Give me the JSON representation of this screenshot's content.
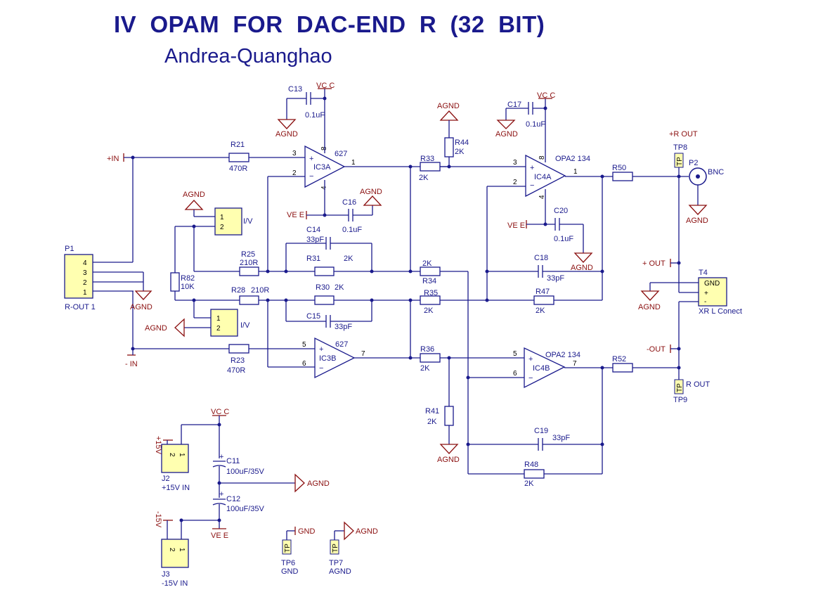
{
  "title": "IV  OPAM  FOR  DAC-END  R  (32  BIT)",
  "subtitle": "Andrea-Quanghao",
  "colors": {
    "title": "#1a1a8c",
    "wire": "#1a1a8c",
    "power_net": "#8b1010",
    "connector_fill": "#ffffb0"
  },
  "ports": {
    "plus_in": "+IN",
    "minus_in": "- IN",
    "plus_out": "+ OUT",
    "minus_out": "-OUT"
  },
  "nets": {
    "vcc": "VC C",
    "vee": "VE E",
    "agnd": "AGND",
    "gnd": "GND"
  },
  "opamps": {
    "ic3a": {
      "ref": "IC3A",
      "part": "627",
      "pins": [
        "3",
        "2",
        "1",
        "8",
        "4"
      ]
    },
    "ic3b": {
      "ref": "IC3B",
      "part": "627",
      "pins": [
        "5",
        "6",
        "7"
      ]
    },
    "ic4a": {
      "ref": "IC4A",
      "part": "OPA2 134",
      "pins": [
        "3",
        "2",
        "1",
        "8",
        "4"
      ]
    },
    "ic4b": {
      "ref": "IC4B",
      "part": "OPA2 134",
      "pins": [
        "5",
        "6",
        "7"
      ]
    }
  },
  "resistors": {
    "r21": {
      "ref": "R21",
      "value": "470R"
    },
    "r23": {
      "ref": "R23",
      "value": "470R"
    },
    "r25": {
      "ref": "R25",
      "value": "210R"
    },
    "r28": {
      "ref": "R28",
      "value": "210R"
    },
    "r31": {
      "ref": "R31",
      "value": "2K"
    },
    "r30": {
      "ref": "R30",
      "value": "2K"
    },
    "r33": {
      "ref": "R33",
      "value": "2K"
    },
    "r34": {
      "ref": "R34",
      "value": "2K"
    },
    "r35": {
      "ref": "R35",
      "value": "2K"
    },
    "r36": {
      "ref": "R36",
      "value": "2K"
    },
    "r41": {
      "ref": "R41",
      "value": "2K"
    },
    "r44": {
      "ref": "R44",
      "value": "2K"
    },
    "r47": {
      "ref": "R47",
      "value": "2K"
    },
    "r48": {
      "ref": "R48",
      "value": "2K"
    },
    "r50": {
      "ref": "R50"
    },
    "r52": {
      "ref": "R52"
    },
    "r82": {
      "ref": "R82",
      "value": "10K"
    }
  },
  "capacitors": {
    "c13": {
      "ref": "C13",
      "value": "0.1uF"
    },
    "c16": {
      "ref": "C16",
      "value": "0.1uF"
    },
    "c17": {
      "ref": "C17",
      "value": "0.1uF"
    },
    "c20": {
      "ref": "C20",
      "value": "0.1uF"
    },
    "c14": {
      "ref": "C14",
      "value": "33pF"
    },
    "c15": {
      "ref": "C15",
      "value": "33pF"
    },
    "c18": {
      "ref": "C18",
      "value": "33pF"
    },
    "c19": {
      "ref": "C19",
      "value": "33pF"
    },
    "c11": {
      "ref": "C11",
      "value": "100uF/35V"
    },
    "c12": {
      "ref": "C12",
      "value": "100uF/35V"
    }
  },
  "connectors": {
    "p1": {
      "ref": "P1",
      "name": "R-OUT 1",
      "pins": [
        "4",
        "3",
        "2",
        "1"
      ]
    },
    "iv_top": {
      "pins": [
        "1",
        "2"
      ],
      "label": "I/V"
    },
    "iv_bottom": {
      "pins": [
        "1",
        "2"
      ],
      "label": "I/V"
    },
    "p2": {
      "ref": "P2",
      "name": "BNC"
    },
    "t4": {
      "ref": "T4",
      "name": "XR L  Conect",
      "pins": [
        "GND",
        "+",
        "-"
      ]
    },
    "j2": {
      "ref": "J2",
      "name": "+15V  IN",
      "pins": [
        "2",
        "1"
      ],
      "net": "+15V"
    },
    "j3": {
      "ref": "J3",
      "name": "-15V  IN",
      "pins": [
        "2",
        "1"
      ],
      "net": "-15V"
    }
  },
  "testpoints": {
    "tp8": {
      "ref": "TP8",
      "label": "+R  OUT",
      "mark": "TP"
    },
    "tp9": {
      "ref": "TP9",
      "label": "R  OUT",
      "mark": "TP"
    },
    "tp6": {
      "ref": "TP6",
      "label": "GND",
      "mark": "TP"
    },
    "tp7": {
      "ref": "TP7",
      "label": "AGND",
      "mark": "TP"
    }
  }
}
